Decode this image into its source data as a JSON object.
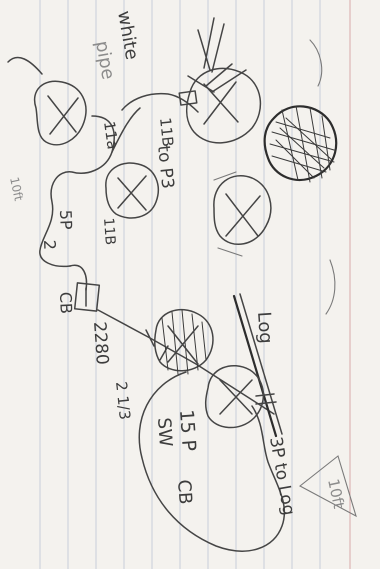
{
  "sketch": {
    "labels": {
      "white_pipe_line1": "white",
      "white_pipe_line2": "pipe",
      "pipe_11a": "11a",
      "pipe_11b_top": "11B",
      "pipe_11b_mid": "11B",
      "to_p3": "to P3",
      "pipe_5p": "5P",
      "pipe_2": "2",
      "cb_left": "CB",
      "dim_2280": "2280",
      "fraction": "2 1/3",
      "log": "Log",
      "fifteen_p": "15 P",
      "sw": "SW",
      "cb_bottom": "CB",
      "three_p_to_log": "3P to Log",
      "ten_ft": "10ft",
      "margin_faint": "10ft"
    }
  }
}
